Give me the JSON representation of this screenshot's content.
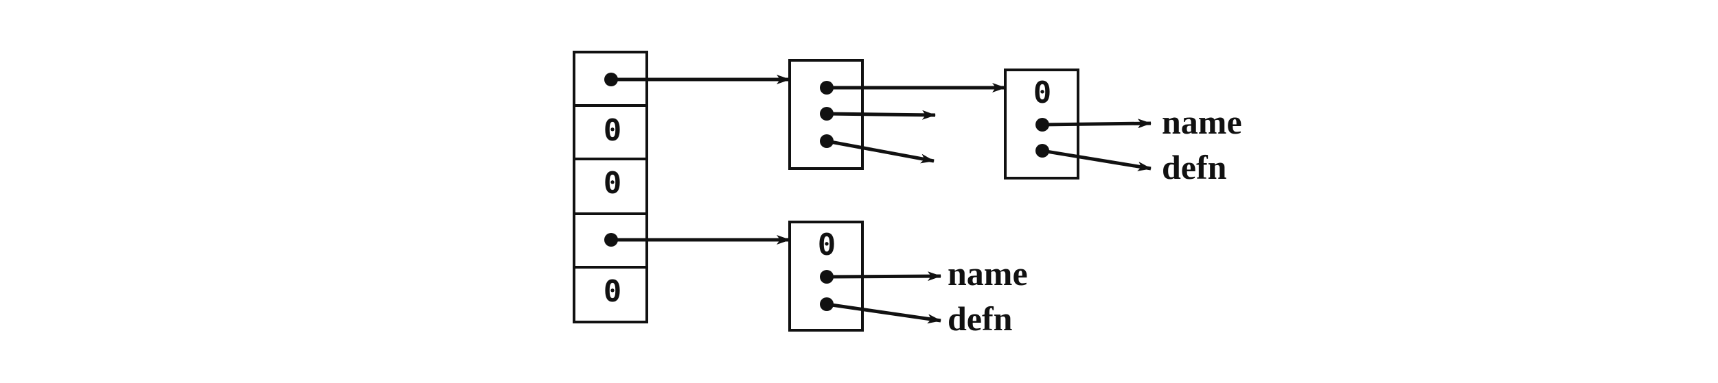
{
  "diagram": {
    "colors": {
      "ink": "#111111",
      "background": "#ffffff"
    },
    "hash_table": {
      "slots": [
        {
          "kind": "pointer",
          "label": ""
        },
        {
          "kind": "null",
          "label": "0"
        },
        {
          "kind": "null",
          "label": "0"
        },
        {
          "kind": "pointer",
          "label": ""
        },
        {
          "kind": "null",
          "label": "0"
        }
      ]
    },
    "nodes": {
      "tree_node": {
        "fields": [
          {
            "kind": "pointer"
          },
          {
            "kind": "pointer"
          },
          {
            "kind": "pointer"
          }
        ]
      },
      "entry_upper": {
        "top_label": "0",
        "name_label": "name",
        "defn_label": "defn"
      },
      "entry_lower": {
        "top_label": "0",
        "name_label": "name",
        "defn_label": "defn"
      }
    }
  }
}
